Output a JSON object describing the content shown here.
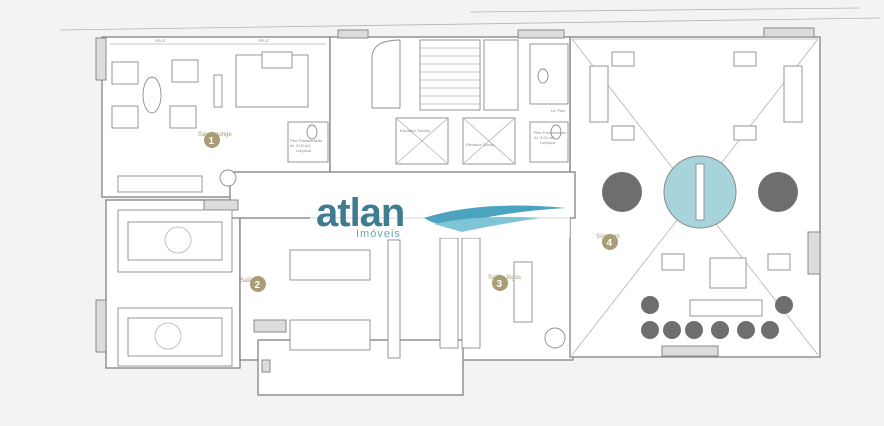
{
  "logo": {
    "word": "atlan",
    "sub": "Imóveis"
  },
  "labels": {
    "split_1": "SPLIT",
    "split_2": "SPLIT",
    "elevator_service": "Elevador Serviço",
    "elevator_social": "Elevador Social",
    "pne_left_1": "Piso Pavimentado",
    "pne_left_2": "Ar. 3,00 m2",
    "pne_left_3": "Limpeza",
    "pne_right_1": "Piso Pavimentado",
    "pne_right_2": "Ar. 3,00 m2",
    "pne_right_3": "Limpeza",
    "bath_right": "Lit. Piso",
    "room1": "Sala Lounge",
    "room2": "Salão",
    "room3": "Salão Jogos",
    "room4": "Solarium"
  },
  "badges": [
    "1",
    "2",
    "3",
    "4"
  ],
  "colors": {
    "badge": "#a89d74",
    "pool": "#a7d3da",
    "logo": "#3f7c91",
    "wave": "#4aa3bf"
  }
}
